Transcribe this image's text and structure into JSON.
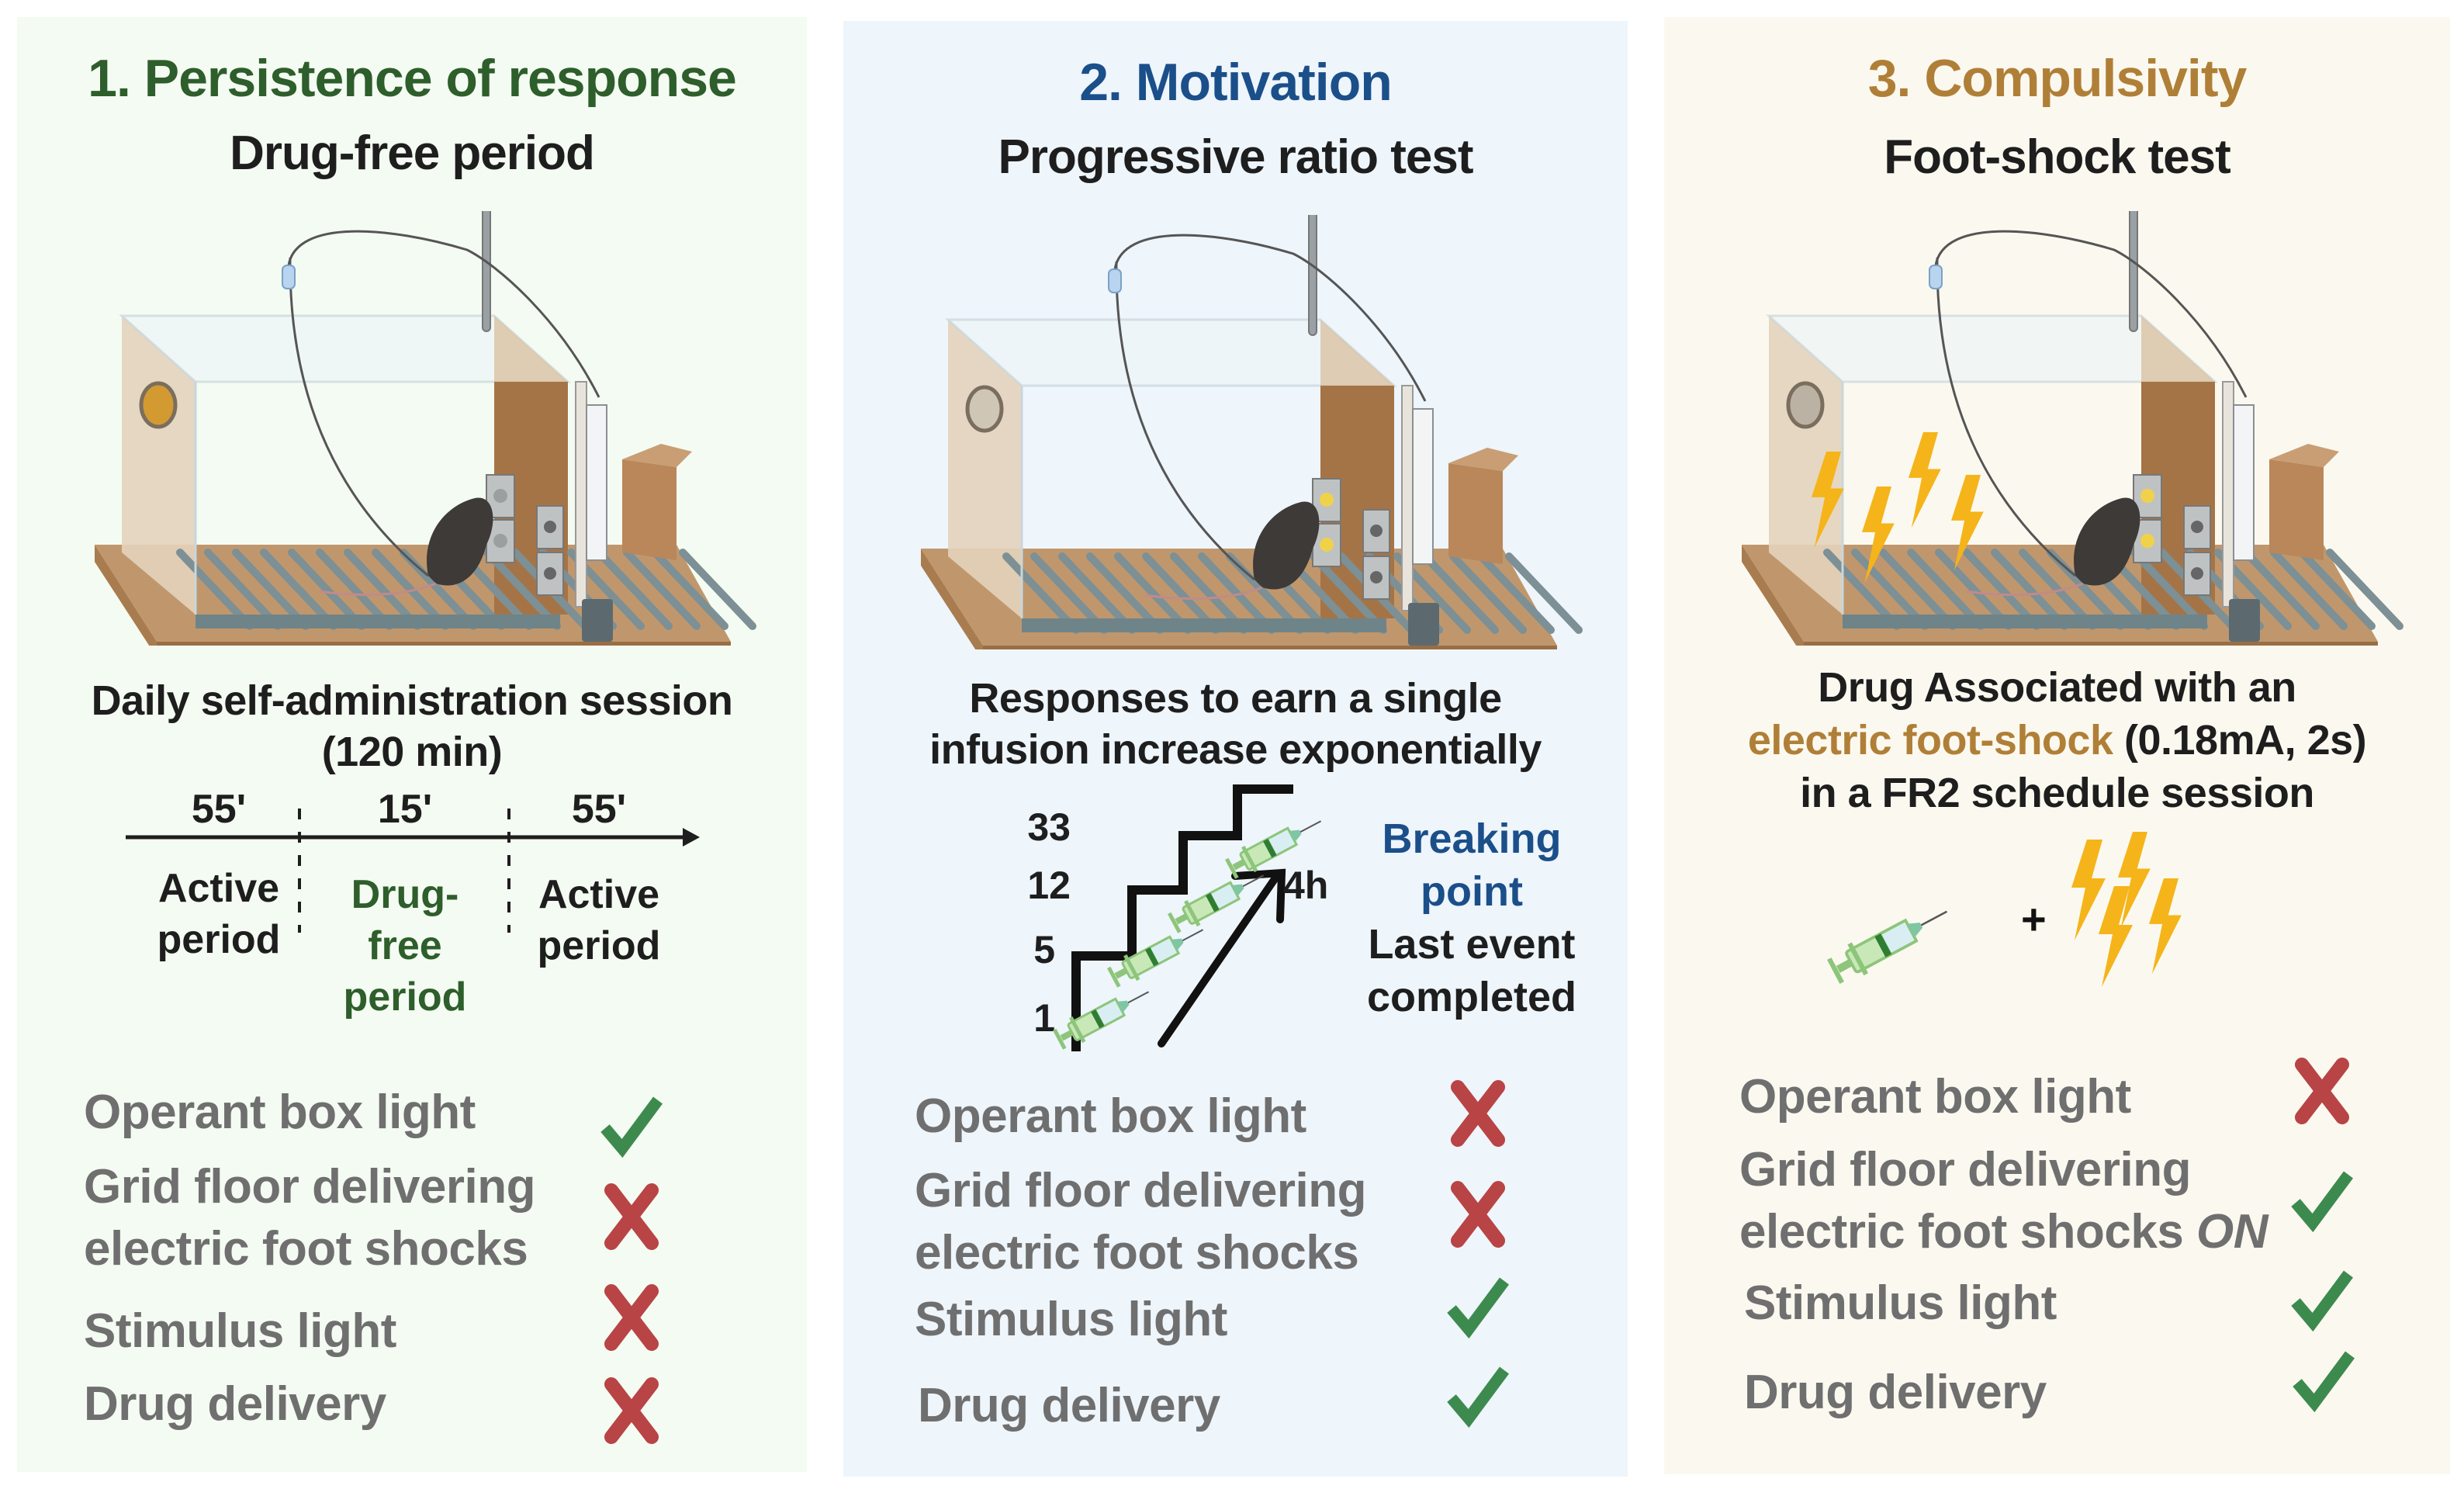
{
  "colors": {
    "panel1_title": "#2e5e2b",
    "panel2_title": "#1b4f8a",
    "panel3_title": "#b07f37",
    "check_green": "#3d8a4f",
    "cross_red": "#b84446",
    "checklist_text": "#6f6f6f",
    "bolt_yellow": "#f5b41a"
  },
  "panels": [
    {
      "title": "1. Persistence of response",
      "subtitle": "Drug-free period",
      "stimulus_light_color": "amber",
      "description": [
        "Daily self-administration session",
        "(120 min)"
      ],
      "timeline": {
        "segments": [
          {
            "duration": "55'",
            "label_lines": [
              "Active",
              "period"
            ],
            "highlight": false
          },
          {
            "duration": "15'",
            "label_lines": [
              "Drug-",
              "free",
              "period"
            ],
            "highlight": true
          },
          {
            "duration": "55'",
            "label_lines": [
              "Active",
              "period"
            ],
            "highlight": false
          }
        ]
      },
      "checklist": [
        {
          "label_lines": [
            "Operant box light"
          ],
          "status": "check"
        },
        {
          "label_lines": [
            "Grid floor delivering",
            "electric foot shocks"
          ],
          "status": "cross"
        },
        {
          "label_lines": [
            "Stimulus light"
          ],
          "status": "cross"
        },
        {
          "label_lines": [
            "Drug delivery"
          ],
          "status": "cross"
        }
      ]
    },
    {
      "title": "2. Motivation",
      "subtitle": "Progressive ratio test",
      "description": [
        "Responses to earn a single",
        "infusion increase exponentially"
      ],
      "staircase": {
        "steps": [
          "1",
          "5",
          "12",
          "33"
        ],
        "duration": "4h",
        "breaking_point_label": [
          "Breaking",
          "point"
        ],
        "breaking_point_desc": [
          "Last event",
          "completed"
        ]
      },
      "checklist": [
        {
          "label_lines": [
            "Operant box light"
          ],
          "status": "cross"
        },
        {
          "label_lines": [
            "Grid floor delivering",
            "electric foot shocks"
          ],
          "status": "cross"
        },
        {
          "label_lines": [
            "Stimulus light"
          ],
          "status": "check"
        },
        {
          "label_lines": [
            "Drug delivery"
          ],
          "status": "check"
        }
      ]
    },
    {
      "title": "3. Compulsivity",
      "subtitle": "Foot-shock test",
      "description": {
        "line1": "Drug Associated with an",
        "line2_highlight": "electric foot-shock",
        "line2_rest": " (0.18mA, 2s)",
        "line3": "in a FR2 schedule session"
      },
      "plus_sign": "+",
      "checklist": [
        {
          "label_lines": [
            "Operant box light"
          ],
          "status": "cross"
        },
        {
          "label_lines": [
            "Grid floor delivering",
            "electric foot shocks"
          ],
          "suffix": "ON",
          "status": "check"
        },
        {
          "label_lines": [
            "Stimulus light"
          ],
          "status": "check"
        },
        {
          "label_lines": [
            "Drug delivery"
          ],
          "status": "check"
        }
      ]
    }
  ]
}
